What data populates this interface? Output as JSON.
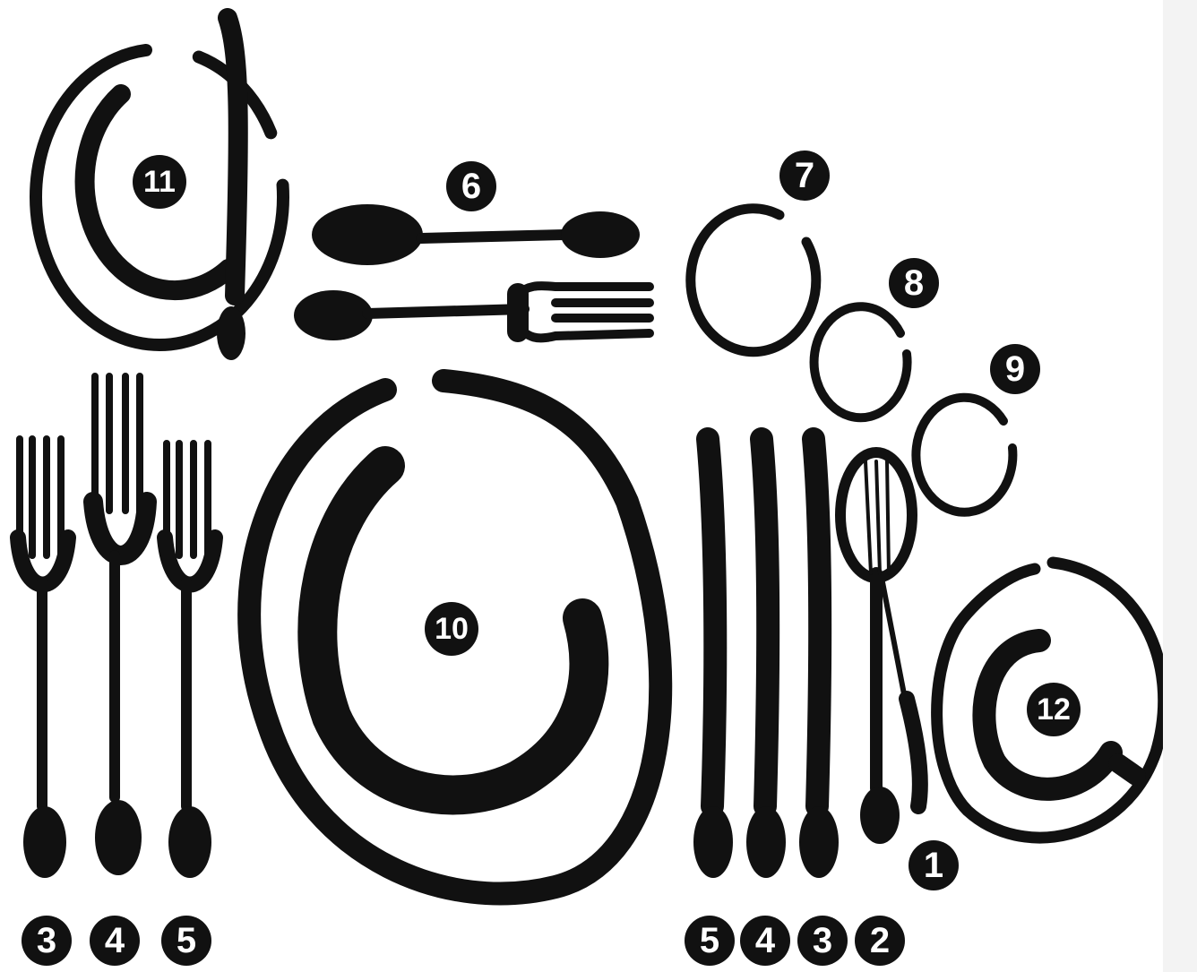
{
  "colors": {
    "ink": "#111111",
    "background": "#ffffff",
    "number_text": "#ffffff",
    "side_strip": "#f3f3f3"
  },
  "items": [
    {
      "id": "11",
      "name": "bread-plate-with-butter-knife",
      "icon": "plate-knife-icon"
    },
    {
      "id": "6",
      "name": "dessert-spoon-and-fork",
      "icon": "spoon-fork-icon"
    },
    {
      "id": "7",
      "name": "glass-7",
      "icon": "glass-icon"
    },
    {
      "id": "8",
      "name": "glass-8",
      "icon": "glass-icon"
    },
    {
      "id": "9",
      "name": "glass-9",
      "icon": "glass-icon"
    },
    {
      "id": "10",
      "name": "dinner-plate",
      "icon": "plate-icon"
    },
    {
      "id": "12",
      "name": "cup-and-saucer",
      "icon": "cup-saucer-icon"
    },
    {
      "id": "1",
      "name": "oyster-fork",
      "icon": "small-fork-icon"
    },
    {
      "id": "2",
      "name": "soup-spoon",
      "icon": "spoon-icon"
    }
  ],
  "labels": {
    "n11": "11",
    "n6": "6",
    "n7": "7",
    "n8": "8",
    "n9": "9",
    "n10": "10",
    "n12": "12",
    "n1": "1",
    "left_forks": [
      "3",
      "4",
      "5"
    ],
    "right_knives": [
      "5",
      "4",
      "3",
      "2"
    ]
  }
}
